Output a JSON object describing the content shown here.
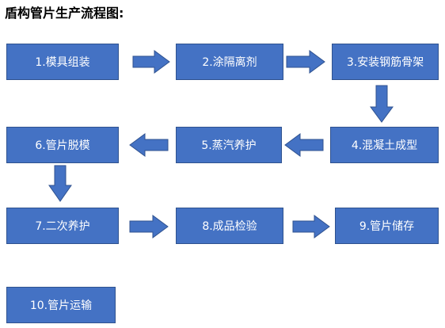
{
  "title": "盾构管片生产流程图:",
  "colors": {
    "box_fill": "#4472c4",
    "box_border": "#2f528f",
    "text": "#ffffff"
  },
  "steps": [
    {
      "label": "1.模具组装"
    },
    {
      "label": "2.涂隔离剂"
    },
    {
      "label": "3.安装钢筋骨架"
    },
    {
      "label": "4.混凝土成型"
    },
    {
      "label": "5.蒸汽养护"
    },
    {
      "label": "6.管片脱模"
    },
    {
      "label": "7.二次养护"
    },
    {
      "label": "8.成品检验"
    },
    {
      "label": "9.管片储存"
    },
    {
      "label": "10.管片运输"
    }
  ],
  "connections": [
    {
      "from": "1",
      "to": "2"
    },
    {
      "from": "2",
      "to": "3"
    },
    {
      "from": "3",
      "to": "4"
    },
    {
      "from": "4",
      "to": "5"
    },
    {
      "from": "5",
      "to": "6"
    },
    {
      "from": "6",
      "to": "7"
    },
    {
      "from": "7",
      "to": "8"
    },
    {
      "from": "8",
      "to": "9"
    }
  ]
}
